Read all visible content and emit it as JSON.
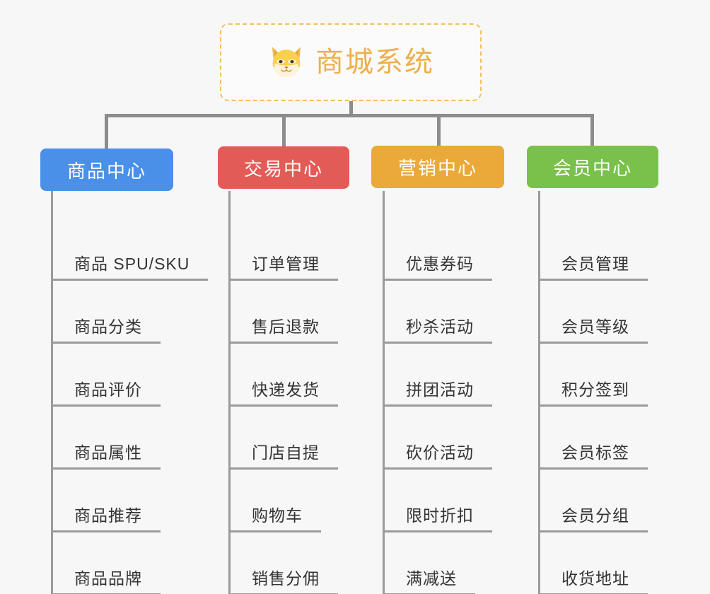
{
  "diagram": {
    "background_color": "#f7f7f7",
    "connector_color": "#8c8c8c",
    "leaf_line_color": "#9a9a9a",
    "root": {
      "title": "商城系统",
      "icon": "shiba-dog-icon",
      "text_color": "#edb04b",
      "border_color": "#f3bf5e",
      "background": "#fbfbfb"
    },
    "categories": [
      {
        "label": "商品中心",
        "color": "#4a90e8",
        "items": [
          "商品 SPU/SKU",
          "商品分类",
          "商品评价",
          "商品属性",
          "商品推荐",
          "商品品牌"
        ]
      },
      {
        "label": "交易中心",
        "color": "#e25b57",
        "items": [
          "订单管理",
          "售后退款",
          "快递发货",
          "门店自提",
          "购物车",
          "销售分佣"
        ]
      },
      {
        "label": "营销中心",
        "color": "#eaa939",
        "items": [
          "优惠券码",
          "秒杀活动",
          "拼团活动",
          "砍价活动",
          "限时折扣",
          "满减送"
        ]
      },
      {
        "label": "会员中心",
        "color": "#79c14a",
        "items": [
          "会员管理",
          "会员等级",
          "积分签到",
          "会员标签",
          "会员分组",
          "收货地址"
        ]
      }
    ]
  }
}
